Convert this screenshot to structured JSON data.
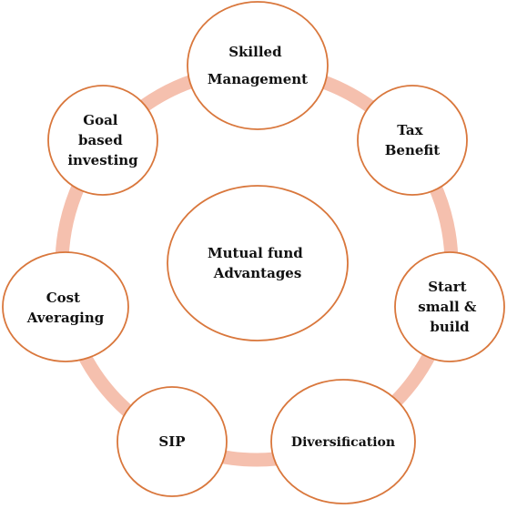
{
  "center": {
    "lines": [
      "Mutual fund",
      "Advantages"
    ]
  },
  "nodes": [
    {
      "id": "skilled-management",
      "lines": [
        "Skilled",
        "Management"
      ]
    },
    {
      "id": "tax-benefit",
      "lines": [
        "Tax",
        "Benefit"
      ]
    },
    {
      "id": "start-small-build",
      "lines": [
        "Start",
        "small &",
        "build"
      ]
    },
    {
      "id": "diversification",
      "lines": [
        "Diversification"
      ]
    },
    {
      "id": "sip",
      "lines": [
        "SIP"
      ]
    },
    {
      "id": "cost-averaging",
      "lines": [
        "Cost",
        "Averaging"
      ]
    },
    {
      "id": "goal-based-investing",
      "lines": [
        "Goal",
        "based",
        "investing"
      ]
    }
  ],
  "colors": {
    "ring": "#f5c0ae",
    "node_stroke": "#d9773c",
    "node_fill": "#ffffff",
    "text": "#111111"
  }
}
